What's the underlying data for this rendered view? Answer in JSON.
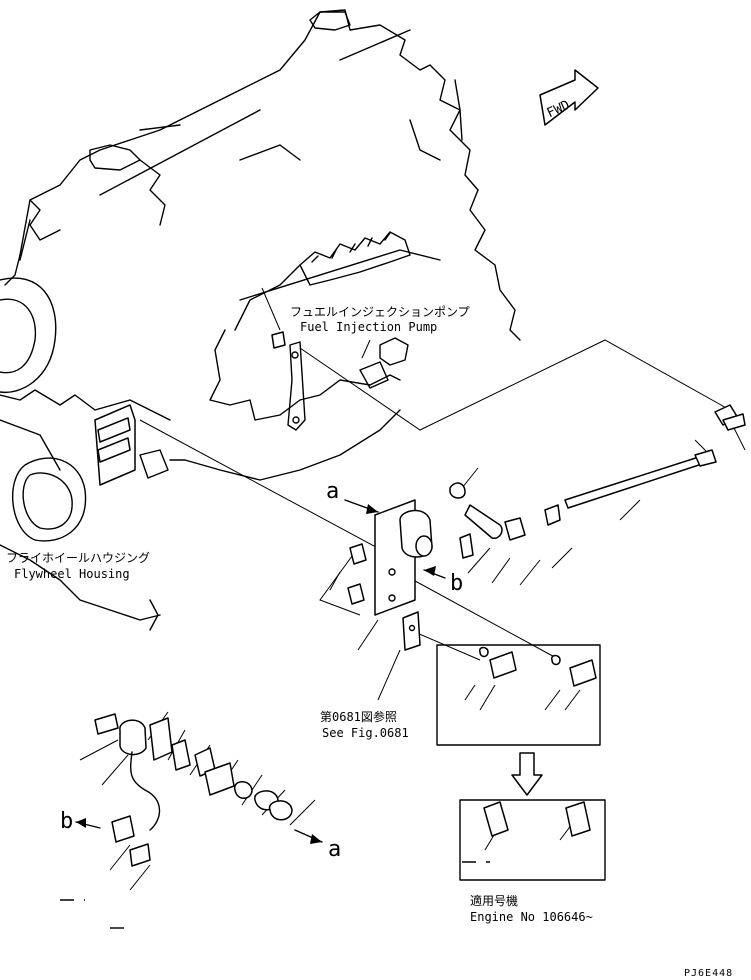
{
  "labels": {
    "fuel_pump_jp": "フュエルインジェクションポンプ",
    "fuel_pump_en": "Fuel Injection Pump",
    "flywheel_jp": "フライホイールハウジング",
    "flywheel_en": "Flywheel Housing",
    "see_fig_jp": "第0681図参照",
    "see_fig_en": "See Fig.0681",
    "applicable_jp": "適用号機",
    "engine_no": "Engine No 106646~",
    "fwd": "FWD",
    "ref_a_top": "a",
    "ref_b_top": "b",
    "ref_a_bottom": "a",
    "ref_b_bottom": "b",
    "drawing_code": "PJ6E448"
  }
}
